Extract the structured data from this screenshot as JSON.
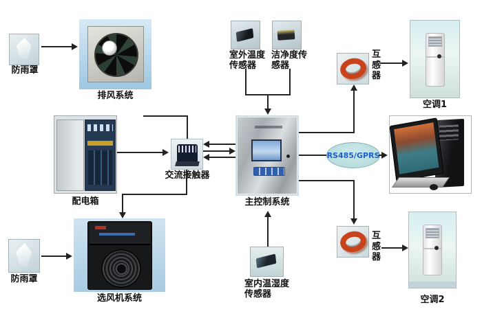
{
  "diagram": {
    "nodes": {
      "rain_cover_top": {
        "label": "防雨罩"
      },
      "exhaust_system": {
        "label": "排风系统"
      },
      "outdoor_temp_sensor": {
        "label": "室外温度\n传感器"
      },
      "cleanliness_sensor": {
        "label": "洁净度传\n感器"
      },
      "transformer_top": {
        "label": "互感器"
      },
      "ac_unit_1": {
        "label": "空调1"
      },
      "distribution_box": {
        "label": "配电箱"
      },
      "ac_contactor": {
        "label": "交流接触器"
      },
      "main_control_system": {
        "label": "主控制系统"
      },
      "comm_link": {
        "label": "RS485/GPRS"
      },
      "fan_system": {
        "label": "选风机系统"
      },
      "indoor_temp_humidity_sensor": {
        "label": "室内温湿度\n传感器"
      },
      "rain_cover_bottom": {
        "label": "防雨罩"
      },
      "transformer_bottom": {
        "label": "互感器"
      },
      "ac_unit_2": {
        "label": "空调2"
      }
    },
    "edges": [
      {
        "from": "rain_cover_top",
        "to": "exhaust_system",
        "arrow": "forward"
      },
      {
        "from": "outdoor_temp_sensor",
        "to": "main_control_system",
        "arrow": "forward"
      },
      {
        "from": "cleanliness_sensor",
        "to": "main_control_system",
        "arrow": "forward"
      },
      {
        "from": "main_control_system",
        "to": "transformer_top",
        "arrow": "forward"
      },
      {
        "from": "transformer_top",
        "to": "ac_unit_1",
        "arrow": "forward"
      },
      {
        "from": "distribution_box",
        "to": "ac_contactor",
        "arrow": "forward"
      },
      {
        "from": "ac_contactor",
        "to": "exhaust_system",
        "arrow": "none"
      },
      {
        "from": "ac_contactor",
        "to": "main_control_system",
        "arrow": "both"
      },
      {
        "from": "main_control_system",
        "to": "computer",
        "via": "RS485/GPRS",
        "arrow": "forward"
      },
      {
        "from": "main_control_system",
        "to": "transformer_bottom",
        "arrow": "forward"
      },
      {
        "from": "transformer_bottom",
        "to": "ac_unit_2",
        "arrow": "forward"
      },
      {
        "from": "indoor_temp_humidity_sensor",
        "to": "main_control_system",
        "arrow": "forward"
      },
      {
        "from": "ac_contactor",
        "to": "fan_system",
        "arrow": "forward"
      },
      {
        "from": "rain_cover_bottom",
        "to": "fan_system",
        "arrow": "forward"
      }
    ],
    "colors": {
      "line": "#222222",
      "label_text": "#111111",
      "link_fill": "#b9dcdd",
      "link_border": "#7fb0b2",
      "link_text": "#1b5ecc",
      "ring": "#c8431c"
    }
  }
}
